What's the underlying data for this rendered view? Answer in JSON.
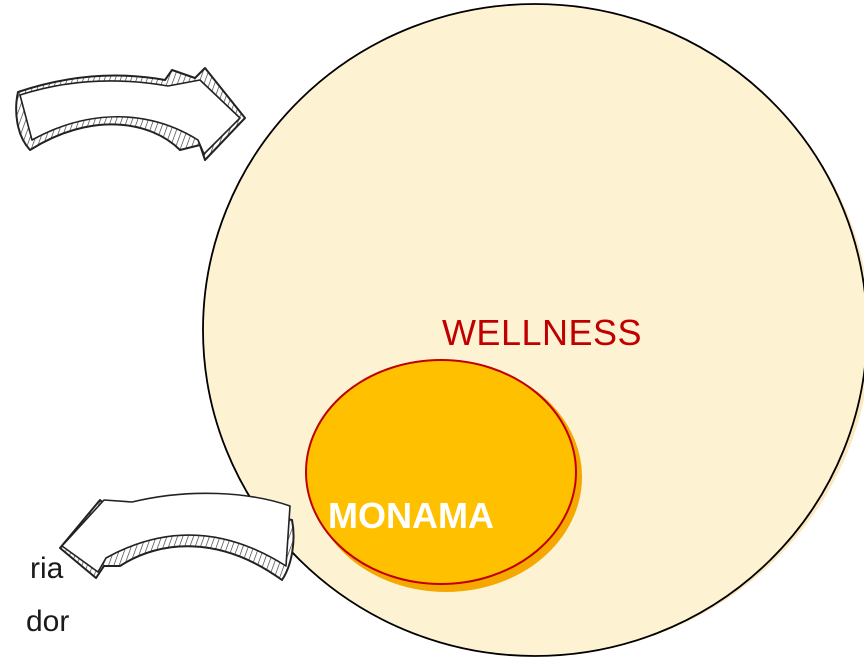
{
  "colors": {
    "outer_fill": "#fdf2d2",
    "outer_stroke": "#000000",
    "inner_fill": "#ffc000",
    "inner_stroke": "#c00000",
    "wellness_text": "#c00000",
    "monama_text": "#ffffff",
    "arrow_fill": "#ffffff",
    "arrow_stroke": "#222222"
  },
  "diagram": {
    "outer_label": "WELLNESS",
    "inner_label": "MONAMA",
    "left_text_line_1": "ria",
    "left_text_line_2": "dor"
  },
  "icons": {
    "top_arrow": "curved-arrow-right-icon",
    "bottom_arrow": "curved-arrow-left-icon"
  }
}
